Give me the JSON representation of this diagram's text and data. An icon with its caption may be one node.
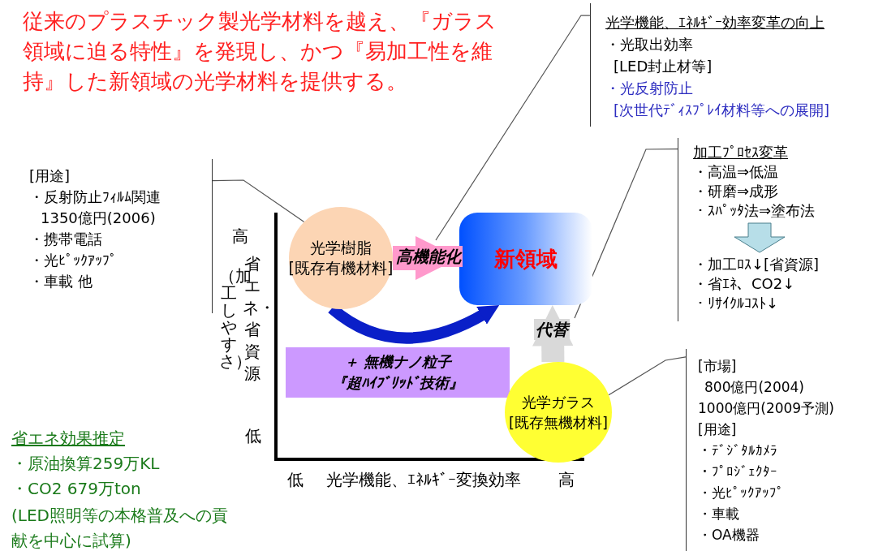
{
  "diagram": {
    "title": "従来のプラスチック製光学材料を越え、『ガラス領域に迫る特性』を発現し、かつ『易加工性を維持』した新領域の光学材料を提供する。",
    "nodes": [
      {
        "text": [
          "光学樹脂",
          "[既存有機材料]"
        ]
      },
      {
        "text": [
          "新領域"
        ]
      },
      {
        "text": [
          "＋ 無機ナノ粒子",
          "『超ﾊｲﾌﾞﾘｯﾄﾞ技術』"
        ]
      },
      {
        "text": [
          "光学ガラス",
          "[既存無機材料]"
        ]
      },
      {
        "text": [
          "[用途]",
          "・反射防止ﾌｨﾙﾑ関連",
          "1350億円(2006)",
          "・携帯電話",
          "・光ﾋﾟｯｸｱｯﾌﾟ",
          "・車載 他"
        ]
      },
      {
        "text": [
          "光学機能、ｴﾈﾙｷﾞｰ効率変革の向上",
          "・光取出効率",
          "[LED封止材等]",
          "・光反射防止",
          "[次世代ﾃﾞｨｽﾌﾟﾚｲ材料等への展開]"
        ]
      },
      {
        "text": [
          "加工ﾌﾟﾛｾｽ変革",
          "・高温⇒低温",
          "・研磨⇒成形",
          "・ｽﾊﾟｯﾀ法⇒塗布法",
          "・加工ﾛｽ↓[省資源]",
          "・省ｴﾈ、CO2↓",
          "・ﾘｻｲｸﾙｺｽﾄ↓"
        ]
      },
      {
        "text": [
          "[市場]",
          "800億円(2004)",
          "1000億円(2009予測)",
          "[用途]",
          "・ﾃﾞｼﾞﾀﾙｶﾒﾗ",
          "・ﾌﾟﾛｼﾞｪｸﾀｰ",
          "・光ﾋﾟｯｸｱｯﾌﾟ",
          "・車載",
          "・OA機器"
        ]
      }
    ],
    "edges": [
      {
        "from": 0,
        "to": 1,
        "arrow": "to",
        "label": "高機能化",
        "style": "thick",
        "color": "#ff99cc"
      },
      {
        "from": 0,
        "to": 1,
        "arrow": "to",
        "style": "thick",
        "color": "#0a1fc8"
      },
      {
        "from": 3,
        "to": 1,
        "arrow": "to",
        "label": "代替",
        "style": "thick",
        "color": "#d9d9d9"
      },
      {
        "from": 4,
        "to": 0,
        "arrow": "none"
      },
      {
        "from": 5,
        "to": null,
        "arrow": "none"
      },
      {
        "from": 6,
        "to": null,
        "arrow": "none"
      },
      {
        "from": 7,
        "to": 3,
        "arrow": "none"
      }
    ],
    "labels": [
      "高",
      "（加工しやすさ）",
      "省エネ・省資源",
      "低",
      "低",
      "光学機能、ｴﾈﾙｷﾞｰ変換効率",
      "高",
      "省エネ効果推定",
      "・原油換算259万KL",
      "・CO2 679万ton",
      "(LED照明等の本格普及への貢献を中心に試算)"
    ]
  }
}
